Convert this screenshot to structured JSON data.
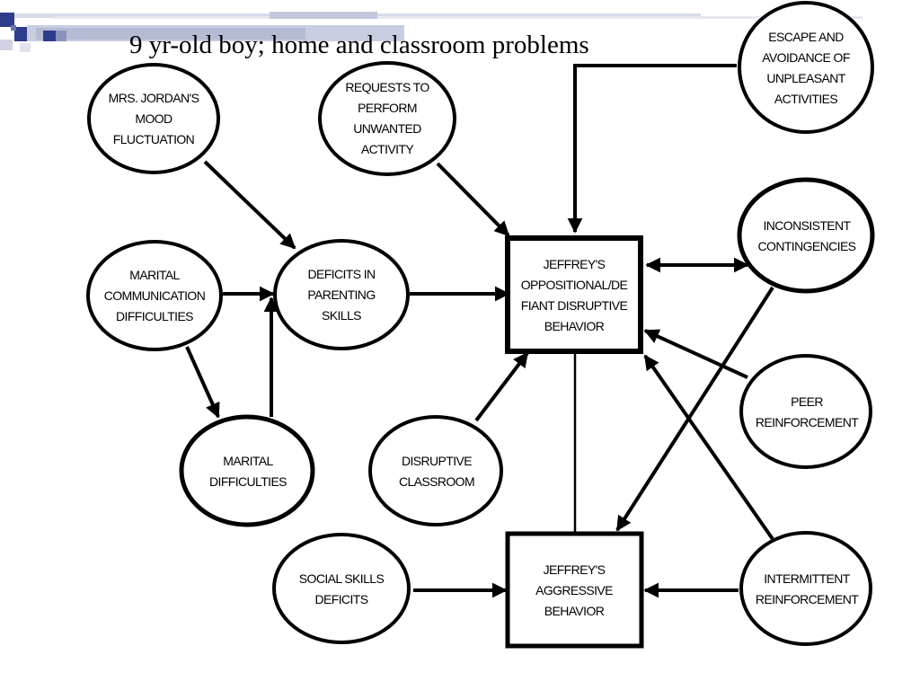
{
  "title": "9 yr-old boy; home and classroom problems",
  "colors": {
    "accent": "#2e3c8c",
    "stroke": "#000000"
  },
  "nodes": {
    "mood": "MRS. JORDAN'S\nMOOD\nFLUCTUATION",
    "requests": "REQUESTS TO\nPERFORM\nUNWANTED\nACTIVITY",
    "escape": "ESCAPE AND\nAVOIDANCE OF\nUNPLEASANT\nACTIVITIES",
    "marital_comm": "MARITAL\nCOMMUNICATION\nDIFFICULTIES",
    "parenting": "DEFICITS IN\nPARENTING\nSKILLS",
    "oppositional": "JEFFREY'S\nOPPOSITIONAL/DE\nFIANT DISRUPTIVE\nBEHAVIOR",
    "inconsistent": "INCONSISTENT\nCONTINGENCIES",
    "peer": "PEER\nREINFORCEMENT",
    "marital_diff": "MARITAL\nDIFFICULTIES",
    "disruptive_class": "DISRUPTIVE\nCLASSROOM",
    "social": "SOCIAL SKILLS\nDEFICITS",
    "aggressive": "JEFFREY'S\nAGGRESSIVE\nBEHAVIOR",
    "intermittent": "INTERMITTENT\nREINFORCEMENT"
  }
}
